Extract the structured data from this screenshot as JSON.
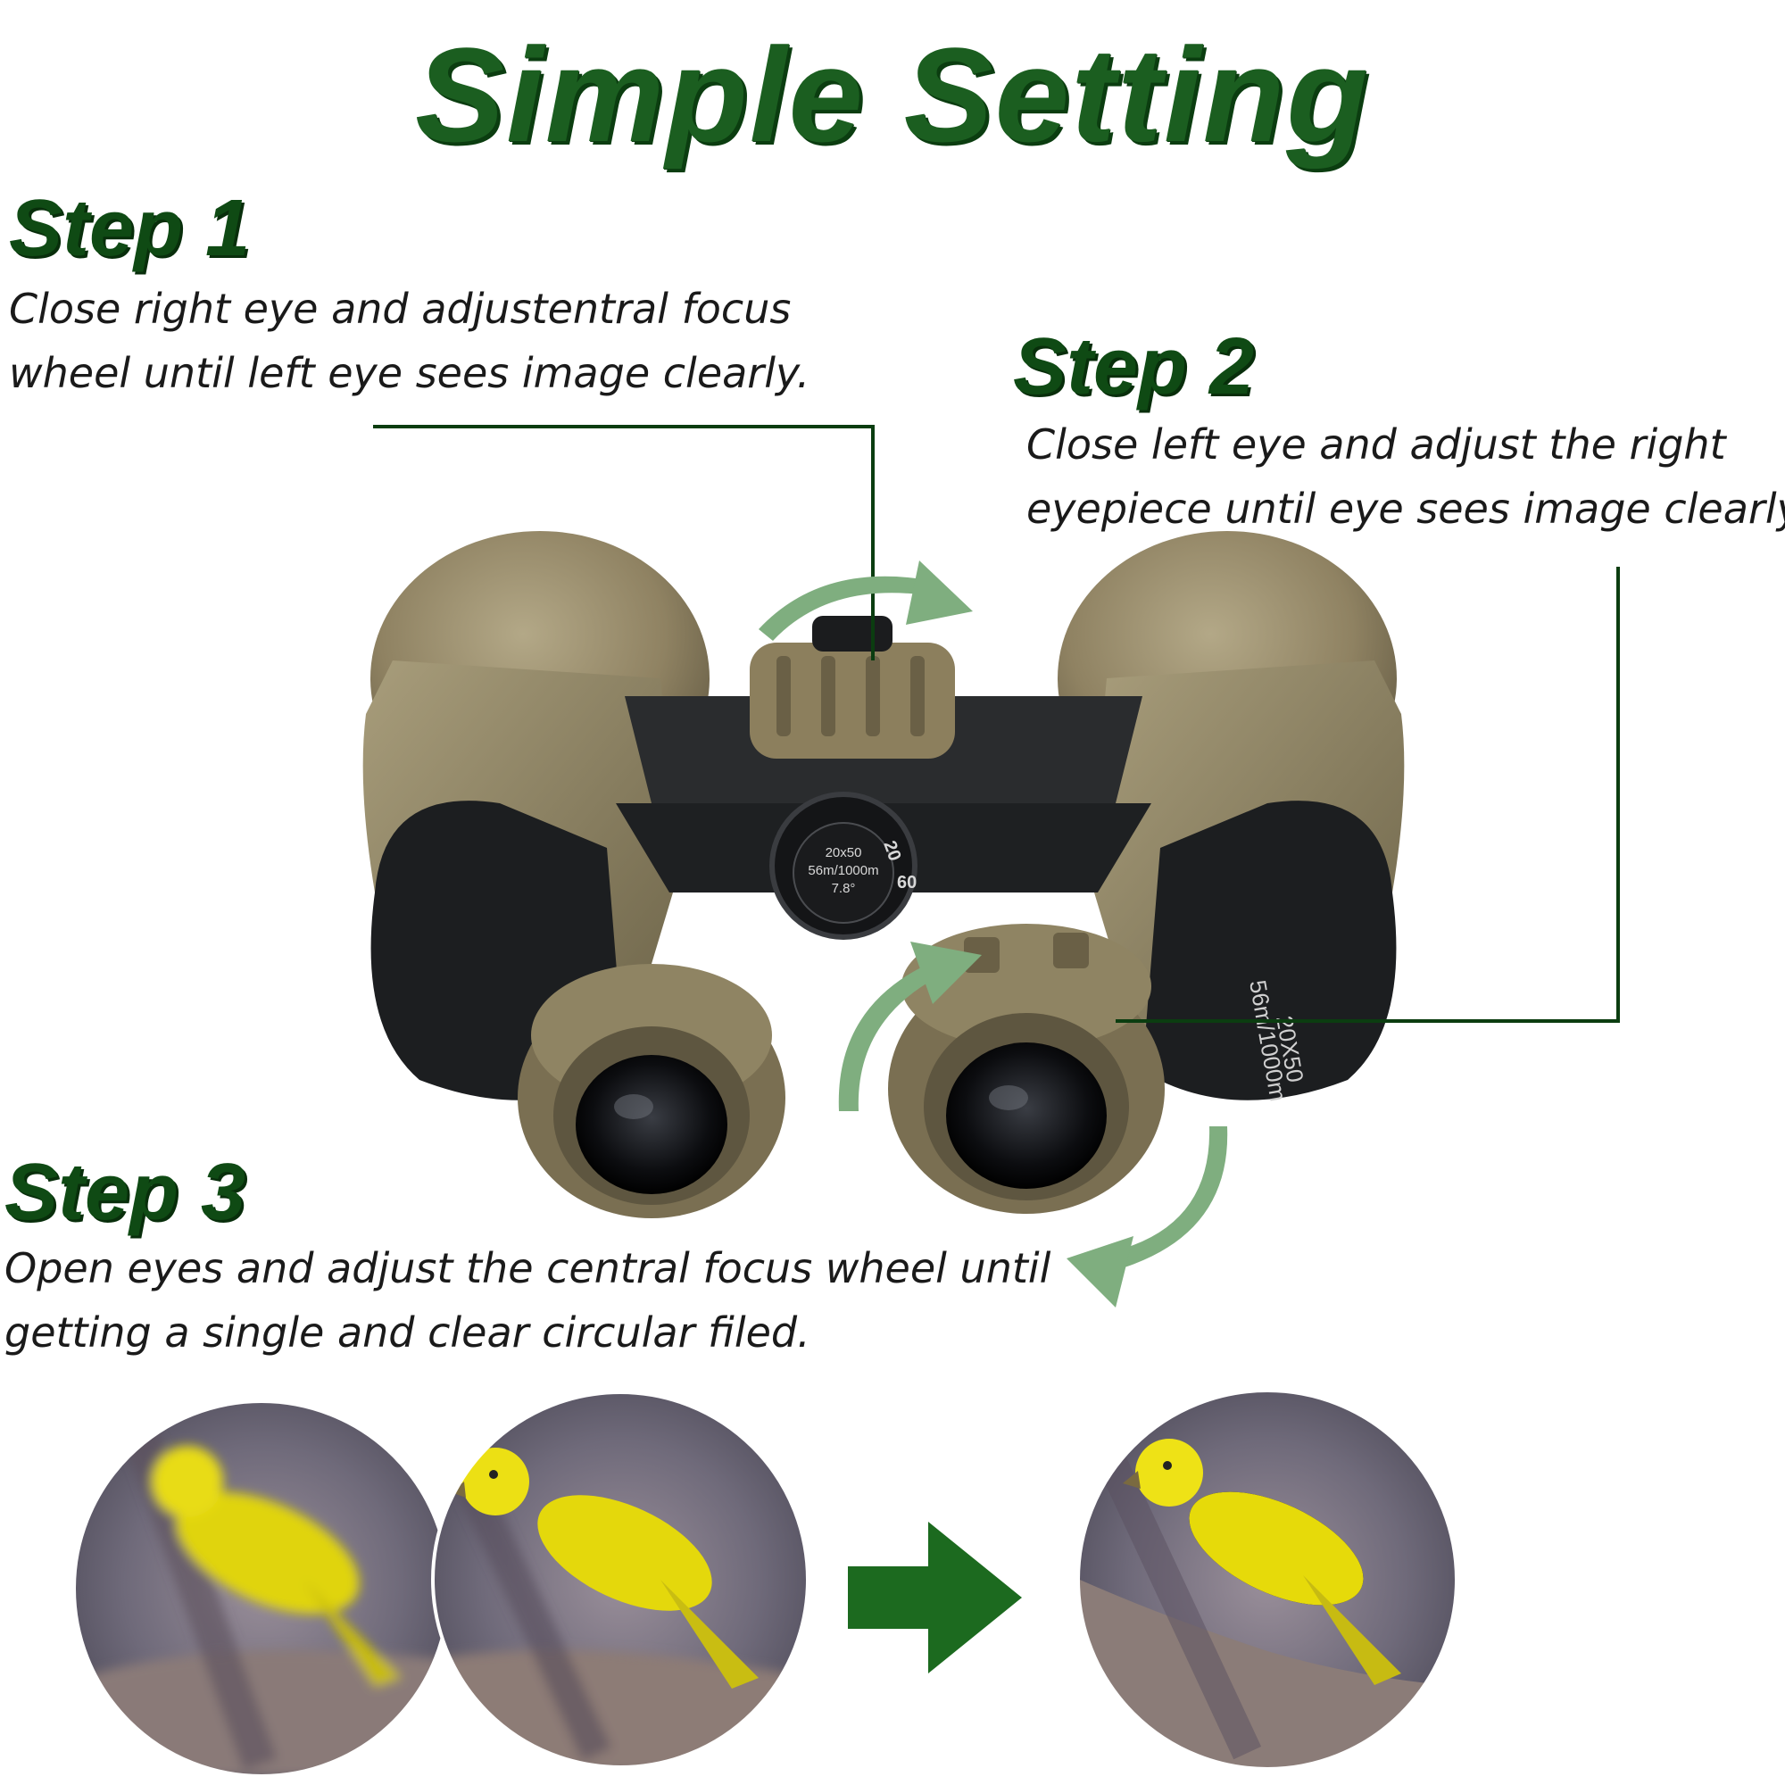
{
  "title": "Simple Setting",
  "step1": {
    "heading": "Step 1",
    "lines": [
      "Close right eye and adjustentral focus",
      "wheel until left eye sees image clearly."
    ]
  },
  "step2": {
    "heading": "Step 2",
    "lines": [
      "Close left eye and adjust the right",
      "eyepiece until eye sees image clearly."
    ]
  },
  "step3": {
    "heading": "Step 3",
    "lines": [
      "Open eyes and adjust the central focus wheel until",
      "getting a single and clear circular filed."
    ]
  },
  "binocular_labels": {
    "plate_line1": "20x50",
    "plate_line2": "56m/1000m",
    "plate_line3": "7.8°",
    "dial_low": "20",
    "dial_high": "60",
    "side_line1": "20X50",
    "side_line2": "56m/1000m"
  },
  "colors": {
    "title_green": "#1b5e20",
    "heading_green": "#0f4a14",
    "arrow_green": "#7fae7f",
    "pointer_line": "#0b3d10",
    "body_khaki": "#8a7d5c",
    "rubber_black": "#1c1e20"
  }
}
